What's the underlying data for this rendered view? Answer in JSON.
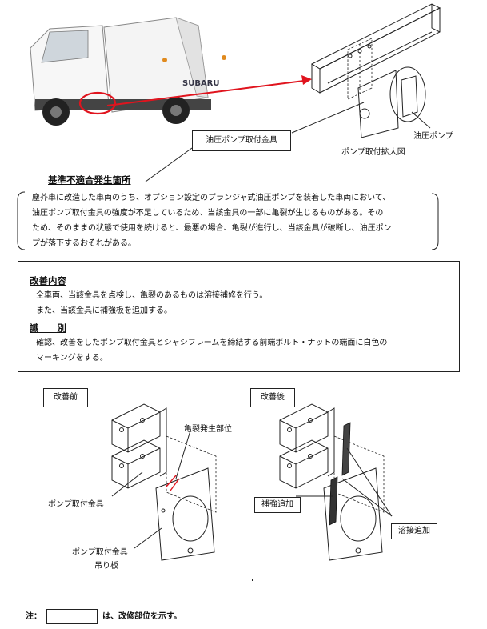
{
  "truck": {
    "brand": "SUBARU",
    "callout_mount_label": "油圧ポンプ取付金具",
    "callout_pump_label": "油圧ポンプ",
    "enlarged_caption": "ポンプ取付拡大図"
  },
  "defect": {
    "heading": "基準不適合発生箇所",
    "lines": [
      "塵芥車に改造した車両のうち、オプション設定のプランジャ式油圧ポンプを装着した車両において、",
      "油圧ポンプ取付金具の強度が不足しているため、当該金具の一部に亀裂が生じるものがある。その",
      "ため、そのままの状態で使用を続けると、最悪の場合、亀裂が進行し、当該金具が破断し、油圧ポン",
      "プが落下するおそれがある。"
    ]
  },
  "remedy": {
    "heading": "改善内容",
    "lines": [
      "全車両、当該金具を点検し、亀裂のあるものは溶接補修を行う。",
      "また、当該金具に補強板を追加する。"
    ],
    "id_heading": "識　　別",
    "id_lines": [
      "確認、改善をしたポンプ取付金具とシャシフレームを締結する前端ボルト・ナットの端面に白色の",
      "マーキングをする。"
    ]
  },
  "before": {
    "title": "改善前",
    "crack_label": "亀裂発生部位",
    "mount_label": "ポンプ取付金具",
    "hanger_label_1": "ポンプ取付金具",
    "hanger_label_2": "吊り板"
  },
  "after": {
    "title": "改善後",
    "reinforce_label": "補強追加",
    "weld_label": "溶接追加"
  },
  "note": {
    "prefix": "注：",
    "suffix": "は、改修部位を示す。"
  },
  "colors": {
    "accent_red": "#e0141e",
    "line": "#222222"
  }
}
